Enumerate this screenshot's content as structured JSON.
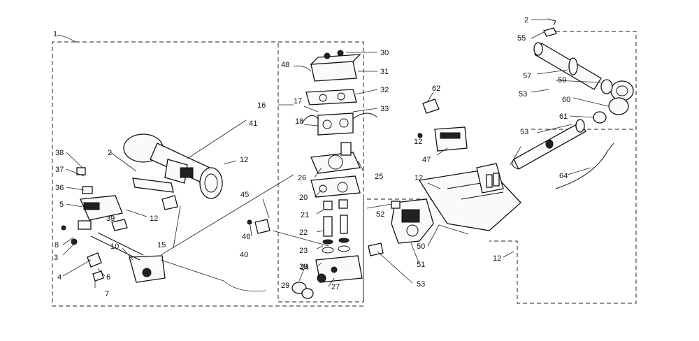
{
  "diagram": {
    "labels": {
      "l1": "1",
      "l2a": "2",
      "l2b": "2",
      "l3": "3",
      "l4": "4",
      "l5": "5",
      "l6": "6",
      "l7": "7",
      "l8": "8",
      "l10": "10",
      "l12a": "12",
      "l12b": "12",
      "l12c": "12",
      "l12d": "12",
      "l12e": "12",
      "l15": "15",
      "l16": "16",
      "l17": "17",
      "l18": "18",
      "l20": "20",
      "l21": "21",
      "l22": "22",
      "l23": "23",
      "l24": "24",
      "l25": "25",
      "l26": "26",
      "l27": "27",
      "l28": "28",
      "l29": "29",
      "l30": "30",
      "l31": "31",
      "l32": "32",
      "l33": "33",
      "l36": "36",
      "l37": "37",
      "l38": "38",
      "l39": "39",
      "l40": "40",
      "l41": "41",
      "l45": "45",
      "l46": "46",
      "l47": "47",
      "l48": "48",
      "l50": "50",
      "l51": "51",
      "l52": "52",
      "l53a": "53",
      "l53b": "53",
      "l53c": "53",
      "l55": "55",
      "l57": "57",
      "l59": "59",
      "l60": "60",
      "l61": "61",
      "l62": "62",
      "l64": "64"
    }
  }
}
